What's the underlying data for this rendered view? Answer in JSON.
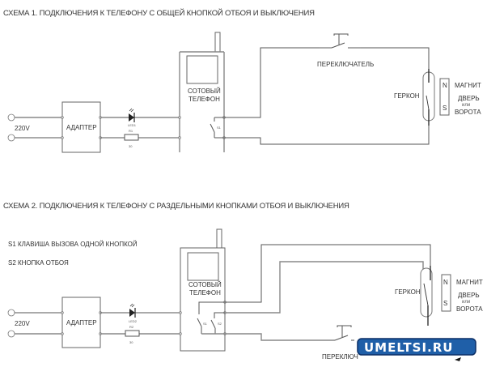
{
  "scheme1": {
    "title": "СХЕМА 1. ПОДКЛЮЧЕНИЯ К ТЕЛЕФОНУ С ОБЩЕЙ КНОПКОЙ ОТБОЯ И ВЫКЛЮЧЕНИЯ",
    "voltage_label": "220V",
    "adapter_label": "АДАПТЕР",
    "led_label": "LED1",
    "resistor_label": "R1",
    "resistor_value": "30",
    "phone_label_line1": "СОТОВЫЙ",
    "phone_label_line2": "ТЕЛЕФОН",
    "phone_switch_label": "S1",
    "switch_label": "ПЕРЕКЛЮЧАТЕЛЬ",
    "reed_label": "ГЕРКОН",
    "magnet_n": "N",
    "magnet_s": "S",
    "magnet_label": "МАГНИТ",
    "door_line1": "ДВЕРЬ",
    "door_line2": "или",
    "door_line3": "ВОРОТА"
  },
  "scheme2": {
    "title": "СХЕМА 2. ПОДКЛЮЧЕНИЯ К ТЕЛЕФОНУ С РАЗДЕЛЬНЫМИ КНОПКАМИ ОТБОЯ И ВЫКЛЮЧЕНИЯ",
    "note_s1": "S1 КЛАВИША ВЫЗОВА ОДНОЙ КНОПКОЙ",
    "note_s2": "S2 КНОПКА ОТБОЯ",
    "voltage_label": "220V",
    "adapter_label": "АДАПТЕР",
    "led_label": "LED2",
    "resistor_label": "R2",
    "resistor_value": "30",
    "phone_label_line1": "СОТОВЫЙ",
    "phone_label_line2": "ТЕЛЕФОН",
    "phone_switch1_label": "S1",
    "phone_switch2_label": "S2",
    "switch_label": "ПЕРЕКЛЮЧ",
    "reed_label": "ГЕРКОН",
    "magnet_n": "N",
    "magnet_s": "S",
    "magnet_label": "МАГНИТ",
    "door_line1": "ДВЕРЬ",
    "door_line2": "или",
    "door_line3": "ВОРОТА"
  },
  "watermark": {
    "text": "UMELTSI.RU",
    "bg_color": "#1f5fa8",
    "border_color": "#0b2f66"
  }
}
